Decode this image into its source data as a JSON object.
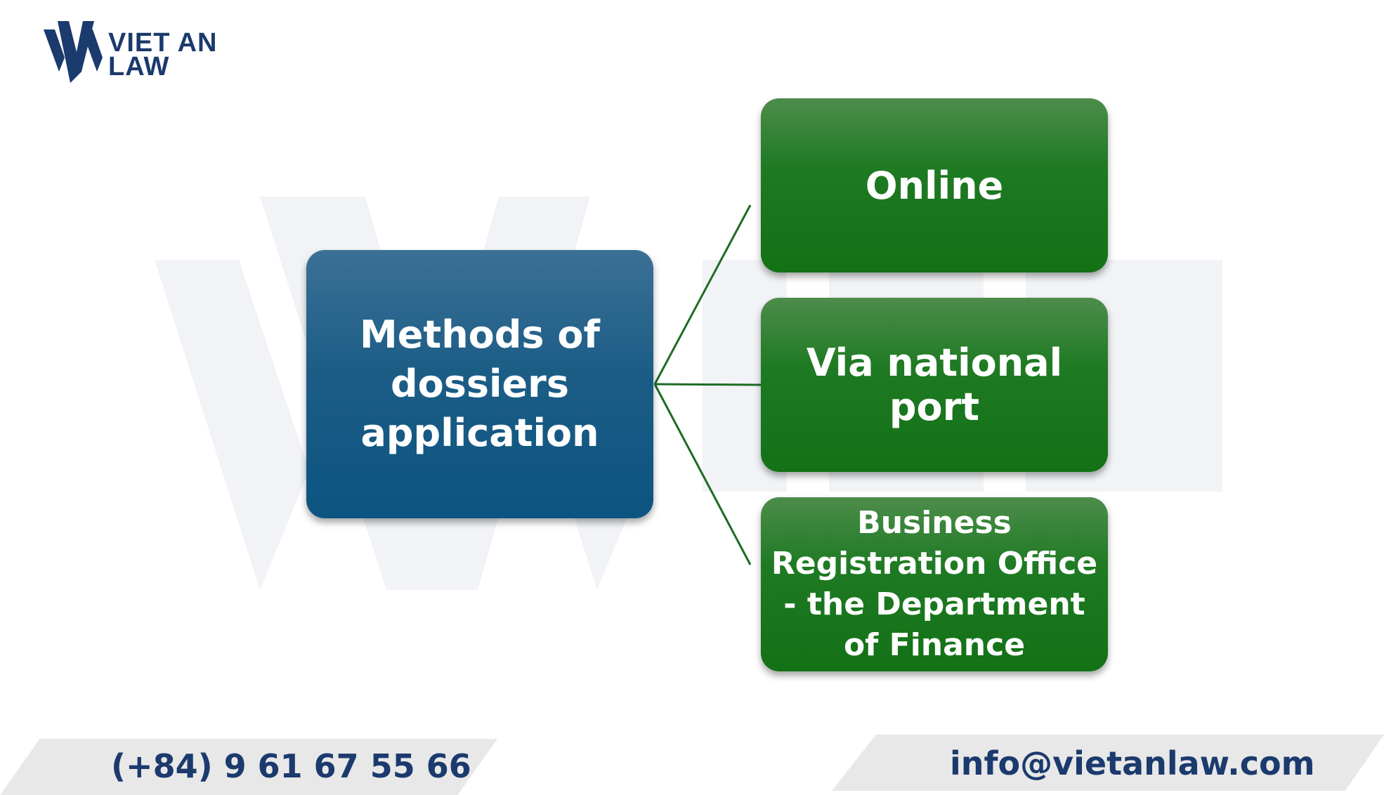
{
  "brand": {
    "line1": "VIET AN",
    "line2": "LAW",
    "color": "#1b3a6d"
  },
  "diagram": {
    "root": {
      "label": "Methods of dossiers application",
      "color": "#1c5d86"
    },
    "children": [
      {
        "label": "Online"
      },
      {
        "label": "Via national port"
      },
      {
        "label": "Business Registration Office - the Department of Finance"
      }
    ],
    "child_color": "#1e7a23",
    "connector_color": "#1f6b26"
  },
  "footer": {
    "phone": "(+84) 9 61 67 55 66",
    "email": "info@vietanlaw.com",
    "band_color": "#e8e8e8"
  }
}
